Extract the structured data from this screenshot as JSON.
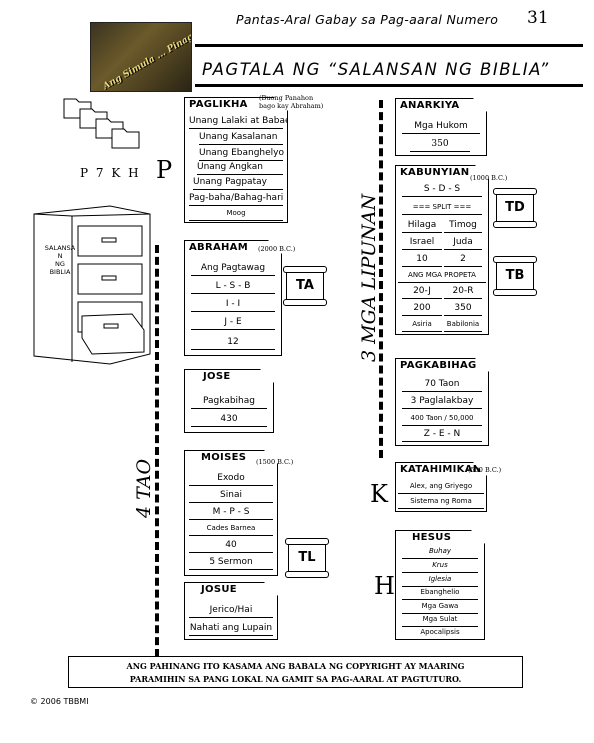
{
  "header": {
    "title": "Pantas-Aral Gabay sa Pag-aaral Numero",
    "page_number": "31"
  },
  "logo": {
    "text": "Ang Simula ... Pinagmulan"
  },
  "doc_title": "PAGTALA NG “SALANSAN NG BIBLIA”",
  "left": {
    "pkh": "P 7 K H",
    "cabinet_label": "SALANSA\nN\nNG\nBIBLIA",
    "letter_p": "P",
    "side_label": "4 TAO"
  },
  "middle": {
    "side_label": "3 MGA LIPUNAN",
    "paglikha": {
      "title": "PAGLIKHA",
      "note": "(Buong Panahon bago kay Abraham)",
      "items": [
        "Unang Lalaki at Babae",
        "Unang Kasalanan",
        "Unang Ebanghelyo",
        "Unang Angkan",
        "Unang Pagpatay",
        "Pag-baha/Bahag-hari",
        "Moog"
      ]
    },
    "abraham": {
      "title": "ABRAHAM",
      "note": "(2000 B.C.)",
      "items": [
        "Ang Pagtawag",
        "L - S - B",
        "I - I",
        "J - E",
        "12"
      ],
      "scroll": "TA"
    },
    "jose": {
      "title": "JOSE",
      "items": [
        "Pagkabihag",
        "430"
      ]
    },
    "moises": {
      "title": "MOISES",
      "note": "(1500 B.C.)",
      "items": [
        "Exodo",
        "Sinai",
        "M - P - S",
        "Cades Barnea",
        "40",
        "5 Sermon"
      ],
      "scroll": "TL"
    },
    "josue": {
      "title": "JOSUE",
      "items": [
        "Jerico/Hai",
        "Nahati ang Lupain"
      ]
    }
  },
  "right": {
    "anarkiya": {
      "title": "ANARKIYA",
      "items": [
        "Mga Hukom",
        "350"
      ]
    },
    "kabunyian": {
      "title": "KABUNYIAN",
      "note": "(1000 B.C.)",
      "row1": "S - D - S",
      "row2": "=== SPLIT ===",
      "cols": [
        [
          "Hilaga",
          "Timog"
        ],
        [
          "Israel",
          "Juda"
        ],
        [
          "10",
          "2"
        ]
      ],
      "row_prop": "ANG MGA PROPETA",
      "cols2": [
        [
          "20-J",
          "20-R"
        ],
        [
          "200",
          "350"
        ],
        [
          "Asiria",
          "Babilonia"
        ]
      ],
      "scroll1": "TD",
      "scroll2": "TB"
    },
    "pagkabihag": {
      "title": "PAGKABIHAG",
      "items": [
        "70 Taon",
        "3 Paglalakbay",
        "400 Taon / 50,000",
        "Z - E - N"
      ]
    },
    "katahimikan": {
      "title": "KATAHIMIKAN",
      "note": "(500 B.C.)",
      "items": [
        "Alex, ang Griyego",
        "Sistema ng Roma"
      ],
      "letter": "K"
    },
    "hesus": {
      "title": "HESUS",
      "items": [
        "Buhay",
        "Krus",
        "Iglesia",
        "Ebanghelio",
        "Mga Gawa",
        "Mga Sulat",
        "Apocalipsis"
      ],
      "letter": "H"
    }
  },
  "footer": {
    "line1": "ANG PAHINANG ITO KASAMA ANG BABALA NG COPYRIGHT AY MAARING",
    "line2": "PARAMIHIN SA PANG LOKAL NA GAMIT SA PAG-AARAL AT PAGTUTURO.",
    "copyright": "© 2006 TBBMI"
  }
}
